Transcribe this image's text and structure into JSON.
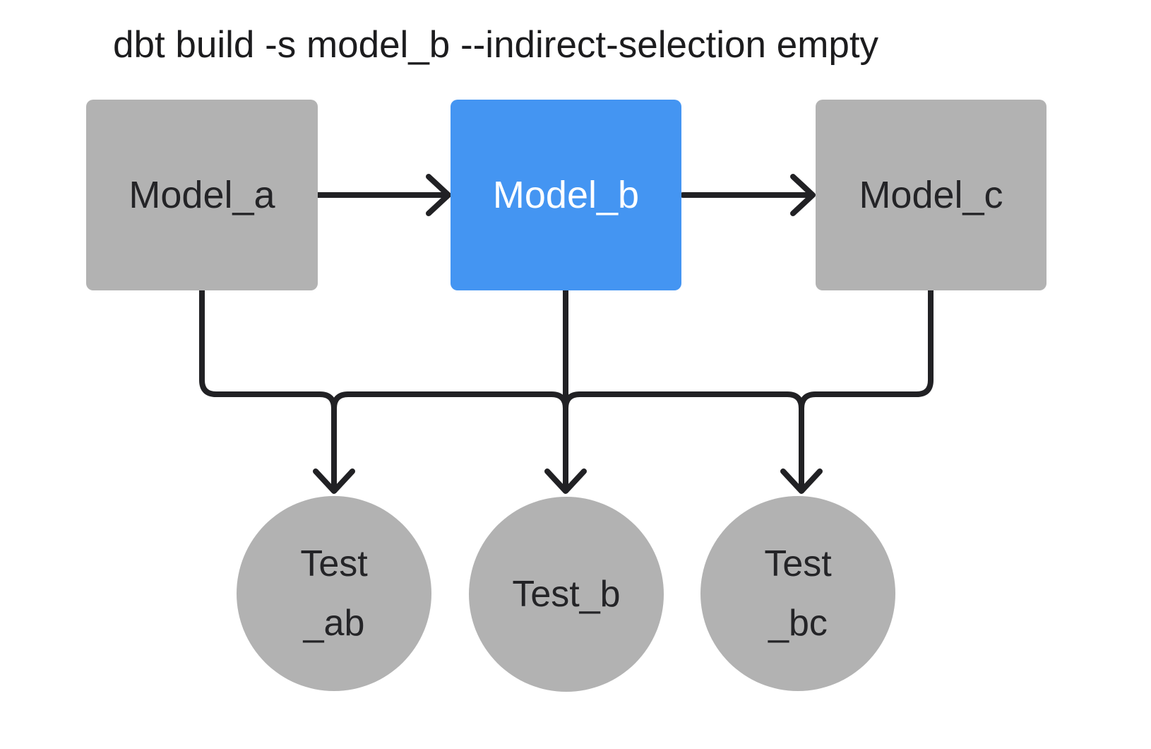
{
  "title": "dbt build -s model_b --indirect-selection empty",
  "colors": {
    "selected_node": "#4495f2",
    "unselected_node": "#b2b2b2",
    "edge": "#212124",
    "text_on_gray": "#242427",
    "text_on_blue": "#ffffff",
    "title_text": "#1c1c1e",
    "background": "#ffffff"
  },
  "diagram": {
    "models": [
      {
        "id": "model_a",
        "label": "Model_a",
        "selected": false
      },
      {
        "id": "model_b",
        "label": "Model_b",
        "selected": true
      },
      {
        "id": "model_c",
        "label": "Model_c",
        "selected": false
      }
    ],
    "tests": [
      {
        "id": "test_ab",
        "label_line1": "Test",
        "label_line2": "_ab"
      },
      {
        "id": "test_b",
        "label_line1": "Test_b",
        "label_line2": ""
      },
      {
        "id": "test_bc",
        "label_line1": "Test",
        "label_line2": "_bc"
      }
    ],
    "edges": [
      "model_a -> model_b",
      "model_b -> model_c",
      "model_a -> test_ab",
      "model_b -> test_ab",
      "model_b -> test_b",
      "model_b -> test_bc",
      "model_c -> test_bc"
    ]
  }
}
